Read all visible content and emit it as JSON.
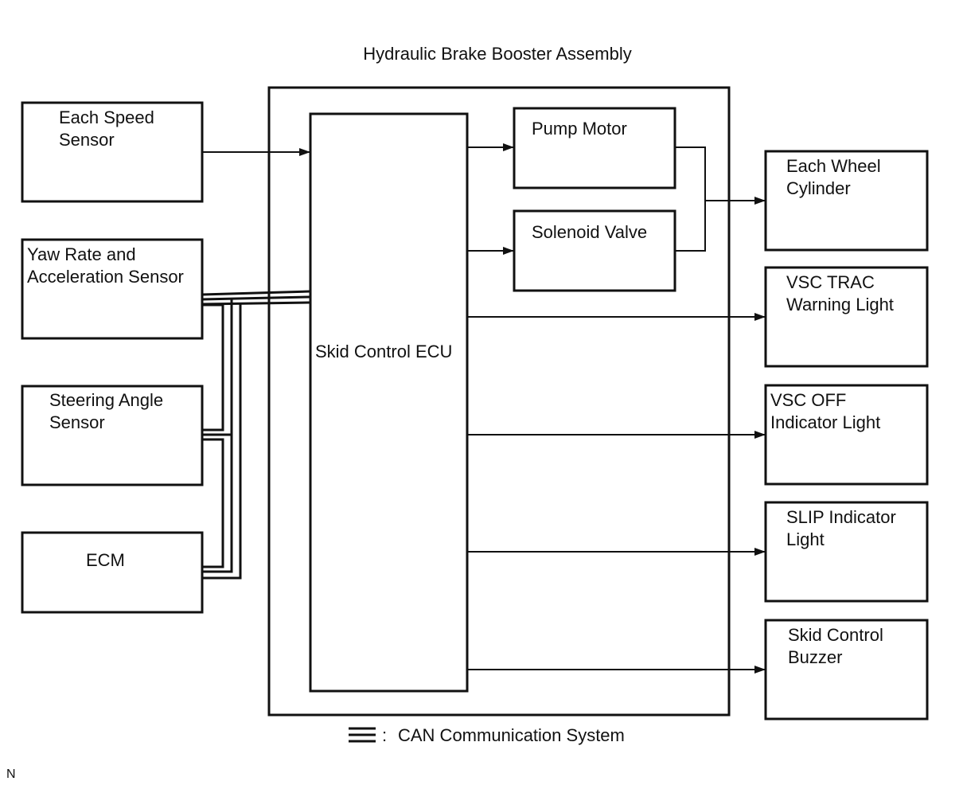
{
  "title": "Hydraulic Brake Booster Assembly",
  "ecu": {
    "label": "Skid Control ECU"
  },
  "actuators": {
    "pump_motor": "Pump Motor",
    "solenoid_valve": "Solenoid Valve"
  },
  "inputs": {
    "speed_sensor": [
      "Each Speed",
      "Sensor"
    ],
    "yaw_rate_sensor": [
      "Yaw Rate and",
      "Acceleration Sensor"
    ],
    "steering_angle_sensor": [
      "Steering Angle",
      "Sensor"
    ],
    "ecm": [
      "ECM"
    ]
  },
  "outputs": {
    "wheel_cylinder": [
      "Each Wheel",
      "Cylinder"
    ],
    "vsc_trac_warning": [
      "VSC TRAC",
      "Warning Light"
    ],
    "vsc_off_indicator": [
      "VSC OFF",
      "Indicator Light"
    ],
    "slip_indicator": [
      "SLIP Indicator",
      "Light"
    ],
    "skid_buzzer": [
      "Skid Control",
      "Buzzer"
    ]
  },
  "legend": {
    "separator": ":",
    "text": "CAN Communication System"
  },
  "corner_mark": "N"
}
